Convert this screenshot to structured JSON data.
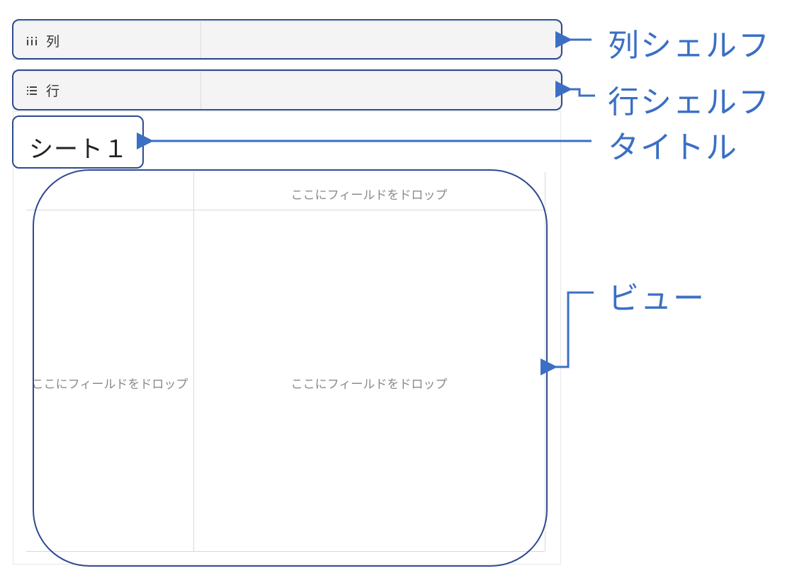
{
  "shelves": {
    "columns": {
      "label": "列",
      "icon": "columns-shelf-icon"
    },
    "rows": {
      "label": "行",
      "icon": "rows-shelf-icon"
    }
  },
  "sheet": {
    "title": "シート１"
  },
  "view": {
    "drop_top": "ここにフィールドをドロップ",
    "drop_left": "ここにフィールドをドロップ",
    "drop_center": "ここにフィールドをドロップ"
  },
  "annotations": {
    "columns_shelf": "列シェルフ",
    "rows_shelf": "行シェルフ",
    "title": "タイトル",
    "view": "ビュー"
  },
  "colors": {
    "annotation_border": "#2e4a8f",
    "annotation_text": "#3a6fc4",
    "annotation_arrow": "#3a6fc4"
  }
}
